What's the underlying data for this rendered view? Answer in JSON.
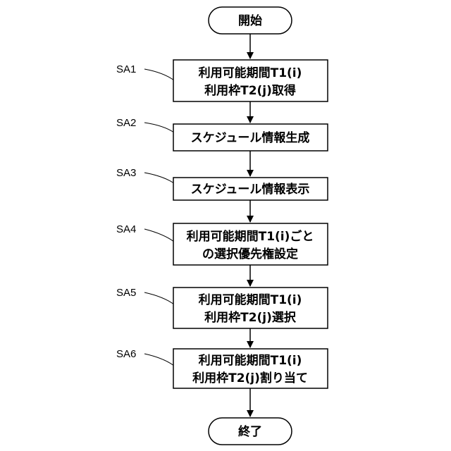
{
  "start": {
    "label": "開始"
  },
  "end": {
    "label": "終了"
  },
  "steps": [
    {
      "id": "SA1",
      "lines": [
        "利用可能期間T1(i)",
        "利用枠T2(j)取得"
      ]
    },
    {
      "id": "SA2",
      "lines": [
        "スケジュール情報生成"
      ]
    },
    {
      "id": "SA3",
      "lines": [
        "スケジュール情報表示"
      ]
    },
    {
      "id": "SA4",
      "lines": [
        "利用可能期間T1(i)ごと",
        "の選択優先権設定"
      ]
    },
    {
      "id": "SA5",
      "lines": [
        "利用可能期間T1(i)",
        "利用枠T2(j)選択"
      ]
    },
    {
      "id": "SA6",
      "lines": [
        "利用可能期間T1(i)",
        "利用枠T2(j)割り当て"
      ]
    }
  ]
}
